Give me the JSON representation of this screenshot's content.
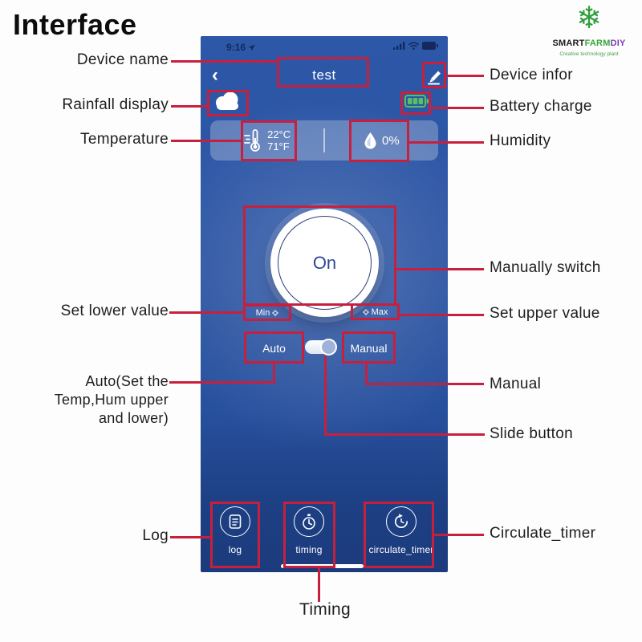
{
  "page": {
    "title": "Interface"
  },
  "logo": {
    "snowflake": "❄",
    "smart": "SMART",
    "farm": "FARM",
    "diy": "DIY",
    "tagline": "Creative technology plant",
    "colors": {
      "smart": "#1a1a1a",
      "farm": "#3aa53a",
      "diy": "#7c3bb0"
    }
  },
  "phone": {
    "status_bar": {
      "time": "9:16"
    },
    "nav": {
      "back": "‹",
      "title": "test"
    },
    "weather": {
      "temp_c": "22°C",
      "temp_f": "71°F",
      "humidity": "0%"
    },
    "power": {
      "state": "On"
    },
    "range": {
      "min": "Min",
      "max": "Max"
    },
    "mode": {
      "auto": "Auto",
      "manual": "Manual"
    },
    "bottom_nav": {
      "log": "log",
      "timing": "timing",
      "circulate": "circulate_timer"
    }
  },
  "annotations": {
    "device_name": "Device name",
    "rainfall": "Rainfall display",
    "temperature": "Temperature",
    "set_lower": "Set lower value",
    "auto_note": "Auto(Set the\nTemp,Hum upper\nand lower)",
    "log": "Log",
    "device_infor": "Device infor",
    "battery": "Battery charge",
    "humidity": "Humidity",
    "manually": "Manually switch",
    "set_upper": "Set upper value",
    "manual": "Manual",
    "slide": "Slide button",
    "circulate": "Circulate_timer",
    "timing": "Timing"
  },
  "colors": {
    "annotation_red": "#c7203f",
    "phone_blue_top": "#2d57a7",
    "phone_blue_bottom": "#1c3b7c",
    "battery_green": "#3fae4a",
    "status_icon_navy": "#142a5e"
  }
}
